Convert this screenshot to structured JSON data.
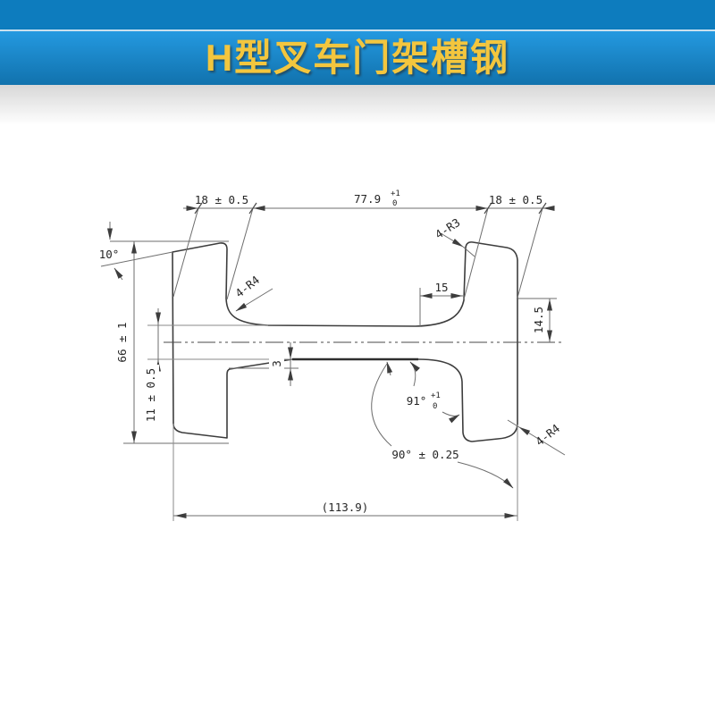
{
  "header": {
    "title": "H型叉车门架槽钢",
    "title_color": "#f3c63e",
    "band_color": "#1887cc",
    "top_strip_color": "#0d7cbe"
  },
  "drawing": {
    "dims": {
      "flange_width_left": "18 ± 0.5",
      "inner_span": "77.9",
      "inner_span_tol_upper": "+1",
      "inner_span_tol_lower": "0",
      "flange_width_right": "18 ± 0.5",
      "top_surface_angle": "10°",
      "overall_height": "66 ± 1",
      "web_thickness": "11 ± 0.5",
      "web_offset": "3",
      "fillet_upper_left": "4-R4",
      "fillet_upper_right": "4-R3",
      "fillet_lower_right": "4-R4",
      "transition_length": "15",
      "flange_edge_to_center": "14.5",
      "web_flange_angle": "91°",
      "web_flange_angle_tol_upper": "+1",
      "web_flange_angle_tol_lower": "0",
      "outer_face_angle": "90° ± 0.25",
      "overall_width_ref": "(113.9)"
    }
  }
}
